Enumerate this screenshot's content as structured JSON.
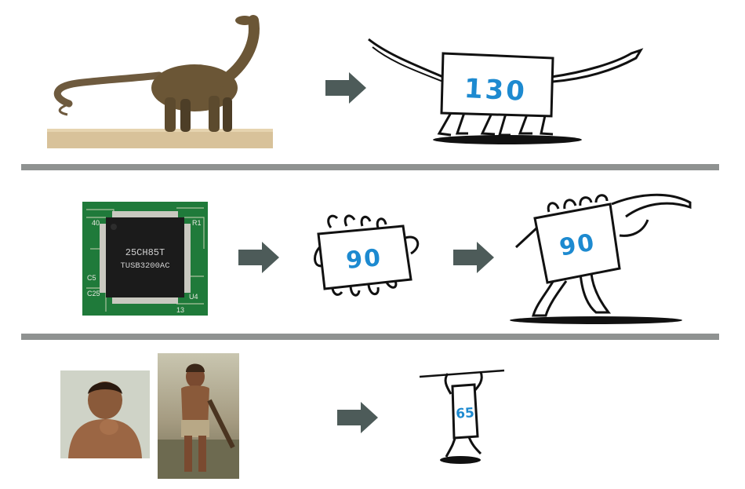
{
  "rows": [
    {
      "name": "dinosaur",
      "numbers": [
        {
          "text": "130"
        }
      ]
    },
    {
      "name": "microchip",
      "chip_markings": [
        "25CH85T",
        "TUSB3200AC"
      ],
      "board_markings": [
        "40",
        "C5",
        "13",
        "U4",
        "R1",
        "C25"
      ],
      "numbers": [
        {
          "text": "90"
        },
        {
          "text": "90"
        }
      ]
    },
    {
      "name": "neanderthal",
      "numbers": [
        {
          "text": "65"
        }
      ]
    }
  ],
  "colors": {
    "divider": "#8f9291",
    "arrow": "#4d5b59",
    "number": "#1d8ad0",
    "ink": "#111111"
  }
}
